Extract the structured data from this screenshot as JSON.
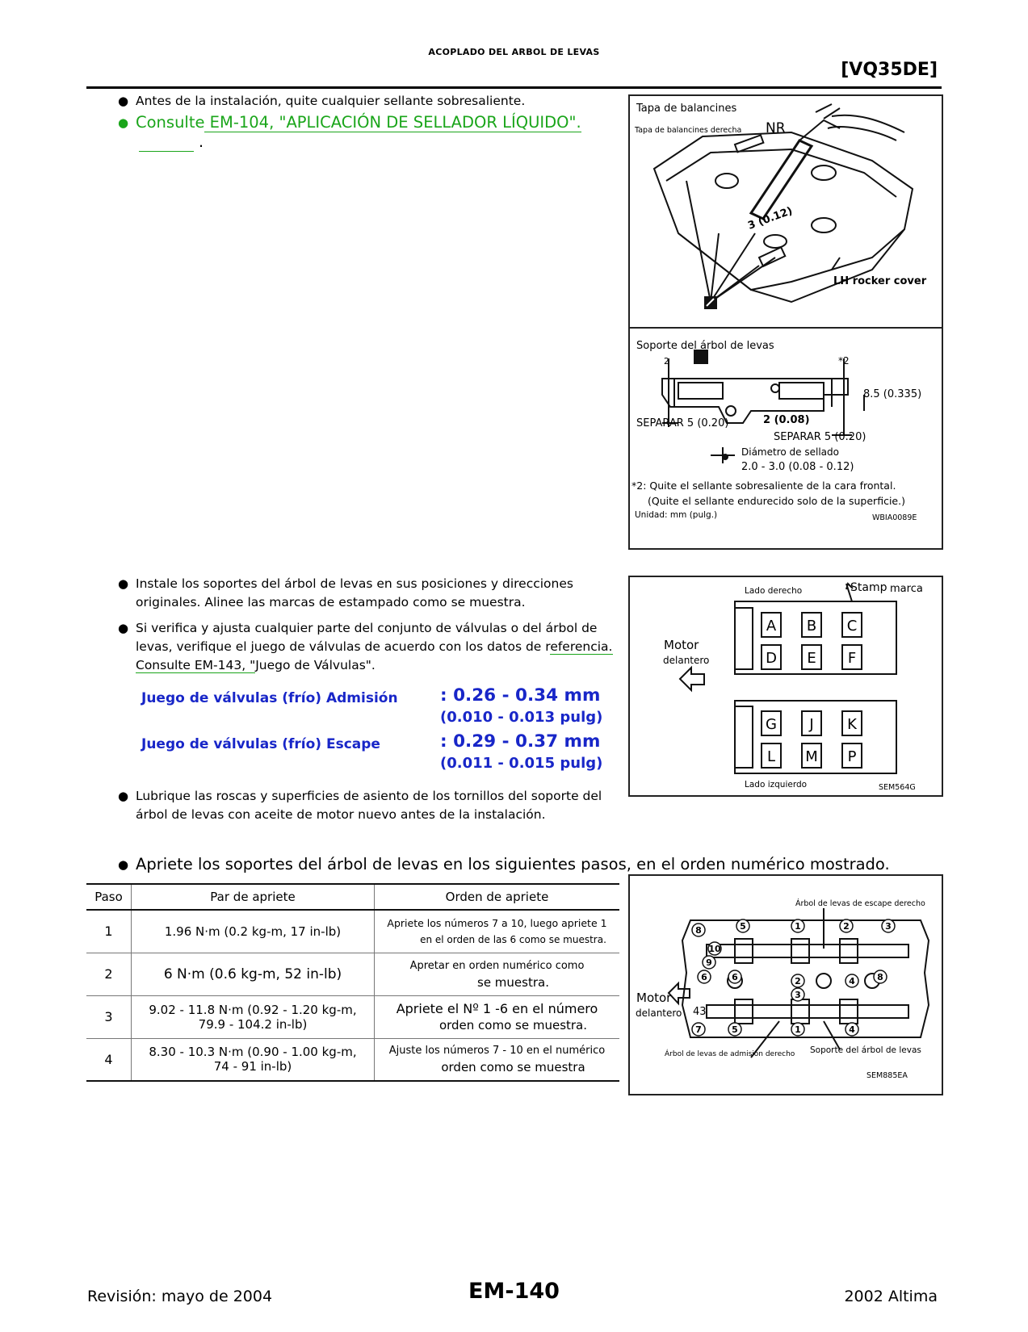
{
  "header": {
    "section_title": "ACOPLADO DEL ARBOL DE LEVAS",
    "engine": "[VQ35DE]"
  },
  "instructions": {
    "b1": "Antes de la instalación, quite cualquier sellante sobresaliente.",
    "b2_text": "Consulte",
    "b2_link": " EM-104, \"APLICACIÓN DE SELLADOR LÍQUIDO\".",
    "b2_tail": ".",
    "b3": "Instale los soportes del árbol de levas en sus posiciones y direcciones originales. Alinee las marcas de estampado como se muestra.",
    "b4_pre": "Si verifica y ajusta cualquier parte del conjunto de válvulas o del árbol de levas, verifique el juego de válvulas de acuerdo con los datos de r",
    "b4_link": "eferencia. Consulte EM-143, \"",
    "b4_post": "Juego de Válvulas\".",
    "b5": "Lubrique las roscas y superficies de asiento de los tornillos del soporte del árbol de levas con aceite de motor nuevo antes de la instalación.",
    "b6": "Apriete los soportes del árbol de levas en los siguientes pasos, en el orden numérico mostrado."
  },
  "specs": [
    {
      "label": "Juego de válvulas (frío) Admisión",
      "value": ": 0.26 - 0.34 mm",
      "value2": "(0.010 - 0.013 pulg)"
    },
    {
      "label": "Juego de válvulas (frío) Escape",
      "value": ": 0.29 - 0.37 mm",
      "value2": "(0.011 - 0.015 pulg)"
    }
  ],
  "figure1": {
    "top": {
      "title": "Tapa de balancines",
      "right_cover": "Tapa de balancines derecha",
      "nr": "NR",
      "dim": "3 (0.12)",
      "lh": "LH rocker cover"
    },
    "bottom": {
      "title": "Soporte del árbol de levas",
      "n2": "2",
      "n2s": "*2",
      "dim_h": "8.5 (0.335)",
      "dim_2": "2 (0.08)",
      "sep1": "SEPARAR 5 (0.20)",
      "sep2": "SEPARAR 5 (0.20)",
      "seal": "Diámetro de sellado",
      "seal_val": "2.0 - 3.0 (0.08 - 0.12)",
      "note1": "*2: Quite el sellante sobresaliente de la cara frontal.",
      "note2": "(Quite el sellante endurecido solo de la superficie.)",
      "unit": "Unidad: mm (pulg.)",
      "code": "WBIA0089E"
    }
  },
  "figure2": {
    "right_side": "Lado derecho",
    "stamp": "Stamp",
    "marca": "marca",
    "motor": "Motor",
    "delantero": "delantero",
    "left_side": "Lado izquierdo",
    "code": "SEM564G",
    "letters_top": [
      "A",
      "B",
      "C",
      "D",
      "E",
      "F"
    ],
    "letters_bottom": [
      "G",
      "J",
      "K",
      "L",
      "M",
      "P"
    ]
  },
  "figure3": {
    "exhaust": "Árbol de levas de escape derecho",
    "motor": "Motor",
    "delantero": "delantero",
    "num43": "43",
    "intake": "Árbol de levas de admisión derecho",
    "bracket": "Soporte del árbol de levas",
    "code": "SEM885EA",
    "circles": [
      "8",
      "5",
      "1",
      "2",
      "3",
      "6",
      "9",
      "10",
      "6",
      "2",
      "3",
      "4",
      "7",
      "5",
      "1",
      "4",
      "8"
    ]
  },
  "table": {
    "headers": [
      "Paso",
      "Par de apriete",
      "Orden de apriete"
    ],
    "rows": [
      {
        "step": "1",
        "torque1": "1.96 N·m (0.2 kg-m, 17 in-lb)",
        "torque2": "",
        "order1": "Apriete los números 7 a 10, luego apriete 1",
        "order2": "en el orden de las 6 como se muestra."
      },
      {
        "step": "2",
        "torque1": "6 N·m (0.6 kg-m, 52 in-lb)",
        "torque2": "",
        "order1": "Apretar en orden numérico como",
        "order2": "se muestra."
      },
      {
        "step": "3",
        "torque1": "9.02 - 11.8 N·m (0.92 - 1.20 kg-m,",
        "torque2": "79.9 - 104.2 in-lb)",
        "order1": "Apriete el Nº 1 -6 en el número",
        "order2": "orden como se muestra."
      },
      {
        "step": "4",
        "torque1": "8.30 - 10.3 N·m (0.90 - 1.00 kg-m,",
        "torque2": "74 - 91 in-lb)",
        "order1": "Ajuste los números 7 - 10 en el numérico",
        "order2": "orden como se muestra"
      }
    ]
  },
  "footer": {
    "revision": "Revisión: mayo de 2004",
    "page": "EM-140",
    "model": "2002 Altima"
  },
  "colors": {
    "link_green": "#1aa51a",
    "spec_blue": "#1826c8"
  }
}
